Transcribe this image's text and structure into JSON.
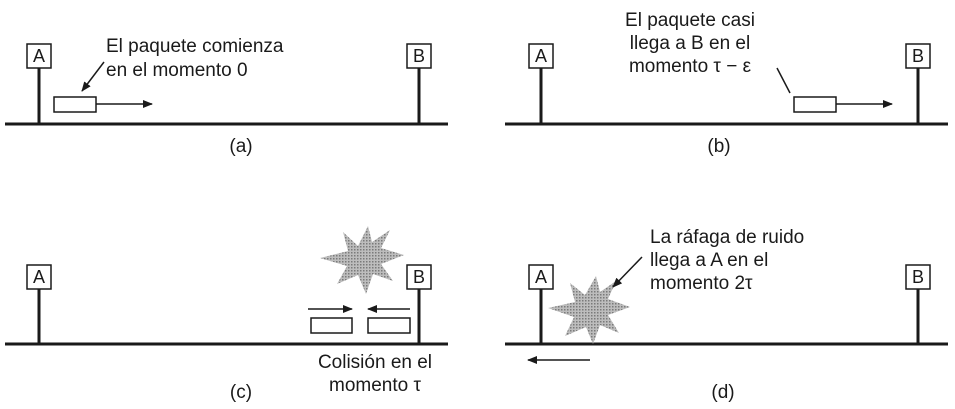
{
  "station_a": "A",
  "station_b": "B",
  "panels": {
    "a": {
      "caption": "(a)",
      "note_line1": "El paquete comienza",
      "note_line2": "en el momento 0"
    },
    "b": {
      "caption": "(b)",
      "note_line1": "El paquete casi",
      "note_line2": "llega a B en el",
      "note_line3": "momento τ − ε"
    },
    "c": {
      "caption": "(c)",
      "note_line1": "Colisión en el",
      "note_line2": "momento τ"
    },
    "d": {
      "caption": "(d)",
      "note_line1": "La ráfaga de ruido",
      "note_line2": "llega a A en el",
      "note_line3": "momento 2τ"
    }
  }
}
